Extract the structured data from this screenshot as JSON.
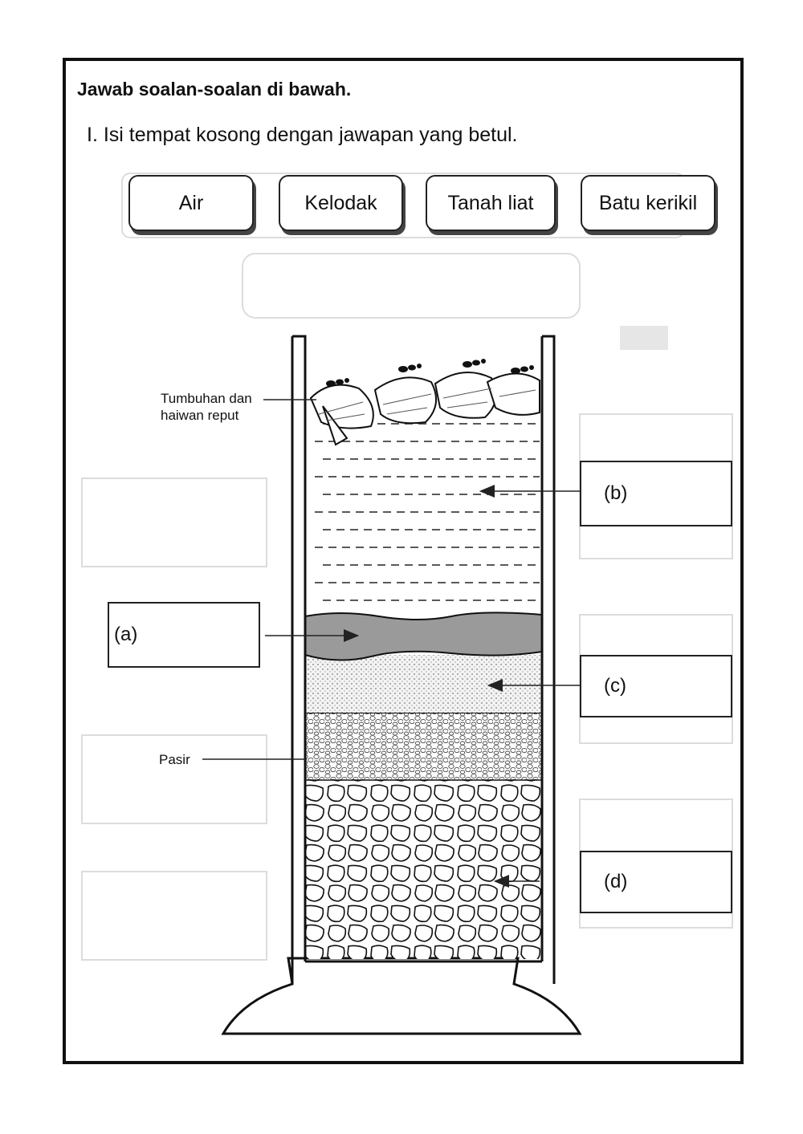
{
  "page": {
    "title": "Jawab soalan-soalan di bawah.",
    "question": "I. Isi tempat kosong dengan jawapan yang betul."
  },
  "word_bank": [
    {
      "label": "Air"
    },
    {
      "label": "Kelodak"
    },
    {
      "label": "Tanah liat"
    },
    {
      "label": "Batu kerikil"
    }
  ],
  "diagram": {
    "labels": {
      "humus": "Tumbuhan dan haiwan reput",
      "sand": "Pasir"
    },
    "answer_boxes": [
      {
        "id": "a",
        "label": "(a)"
      },
      {
        "id": "b",
        "label": "(b)"
      },
      {
        "id": "c",
        "label": "(c)"
      },
      {
        "id": "d",
        "label": "(d)"
      }
    ]
  },
  "colors": {
    "ink": "#111111",
    "clay_layer": "#9a9a9a",
    "silt_layer": "#efefef",
    "faint_bleed": "#d6d6d6"
  }
}
